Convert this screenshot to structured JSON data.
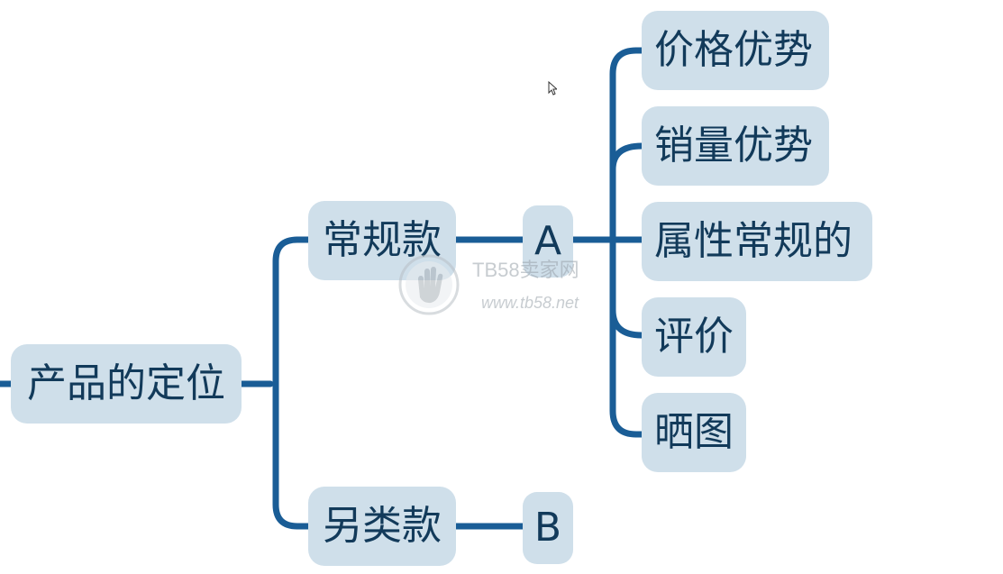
{
  "root": {
    "label": "产品的定位"
  },
  "branches": [
    {
      "label": "常规款",
      "child": {
        "label": "A",
        "leaves": [
          "价格优势",
          "销量优势",
          "属性常规的",
          "评价",
          "晒图"
        ]
      }
    },
    {
      "label": "另类款",
      "child": {
        "label": "B"
      }
    }
  ],
  "watermark": {
    "brand": "TB58卖家网",
    "url": "www.tb58.net"
  },
  "colors": {
    "connector": "#1a5d96",
    "node_fill": "#cfdfea",
    "node_text": "#123a5a"
  }
}
